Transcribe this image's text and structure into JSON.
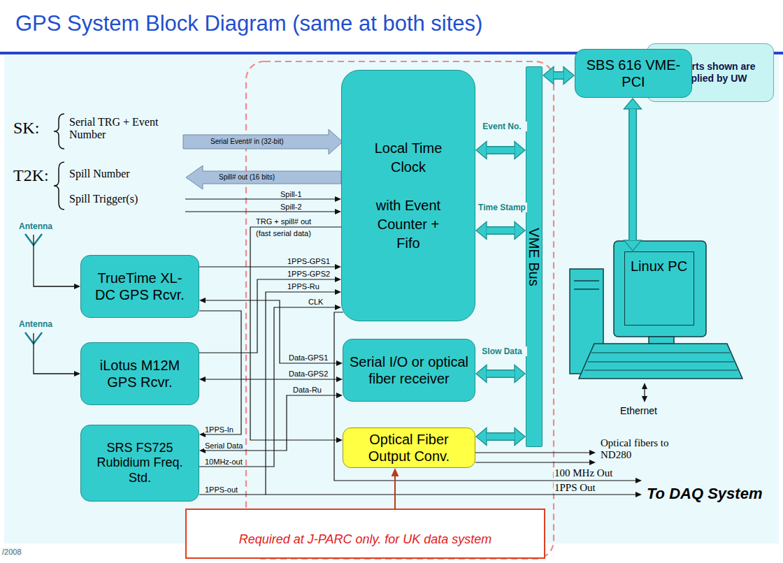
{
  "diagram": {
    "title": "GPS System Block Diagram (same at both sites)",
    "nodes": [
      {
        "text": [
          "All parts shown are supplied by UW"
        ]
      },
      {
        "text": [
          "Local Time Clock",
          "with Event Counter + Fifo"
        ]
      },
      {
        "text": [
          "VME Bus"
        ]
      },
      {
        "text": [
          "SBS 616 VME-PCI"
        ]
      },
      {
        "text": [
          "Linux PC"
        ]
      },
      {
        "text": [
          "TrueTime XL-DC GPS Rcvr."
        ]
      },
      {
        "text": [
          "iLotus M12M GPS Rcvr."
        ]
      },
      {
        "text": [
          "Serial I/O or optical fiber receiver"
        ]
      },
      {
        "text": [
          "Optical Fiber Output Conv."
        ]
      },
      {
        "text": [
          "SRS FS725 Rubidium Freq. Std."
        ]
      },
      {
        "text": [
          "Required at J-PARC only. for UK data system"
        ]
      }
    ],
    "edges": [
      {
        "from": 1,
        "to": 2,
        "arrow": "both",
        "label": "Event No."
      },
      {
        "from": 1,
        "to": 2,
        "arrow": "both",
        "label": "Time Stamp"
      },
      {
        "from": 7,
        "to": 2,
        "arrow": "both",
        "label": "Slow Data"
      },
      {
        "from": 8,
        "to": 2,
        "arrow": "both"
      },
      {
        "from": 2,
        "to": 3,
        "arrow": "both"
      },
      {
        "from": 3,
        "to": 4,
        "arrow": "both"
      },
      {
        "from": 5,
        "to": 1,
        "arrow": "to",
        "label": "1PPS-GPS1"
      },
      {
        "from": 6,
        "to": 1,
        "arrow": "to",
        "label": "1PPS-GPS2"
      },
      {
        "from": 9,
        "to": 1,
        "arrow": "to",
        "label": "1PPS-Ru"
      },
      {
        "from": 9,
        "to": 1,
        "arrow": "to",
        "label": "CLK"
      },
      {
        "from": 5,
        "to": 7,
        "arrow": "both",
        "label": "Data-GPS1"
      },
      {
        "from": 6,
        "to": 7,
        "arrow": "both",
        "label": "Data-GPS2"
      },
      {
        "from": 9,
        "to": 7,
        "arrow": "both",
        "label": "Data-Ru"
      },
      {
        "from": 1,
        "to": 8,
        "arrow": "to",
        "label": "TRG + spill# out"
      },
      {
        "from": 5,
        "to": 9,
        "arrow": "to",
        "label": "1PPS-In"
      },
      {
        "from": 10,
        "to": 8,
        "arrow": "to"
      }
    ],
    "labels": [
      "SK:",
      "Serial TRG + Event Number",
      "Serial Event# in (32-bit)",
      "T2K:",
      "Spill Number",
      "Spill# out (16 bits)",
      "Spill Trigger(s)",
      "Spill-1",
      "Spill-2",
      "(fast serial data)",
      "Antenna",
      "Antenna",
      "Serial Data",
      "10MHz-out",
      "1PPS-out",
      "Optical fibers to ND280",
      "100 MHz Out",
      "1PPS Out",
      "To DAQ System",
      "Ethernet",
      "/2008"
    ]
  }
}
